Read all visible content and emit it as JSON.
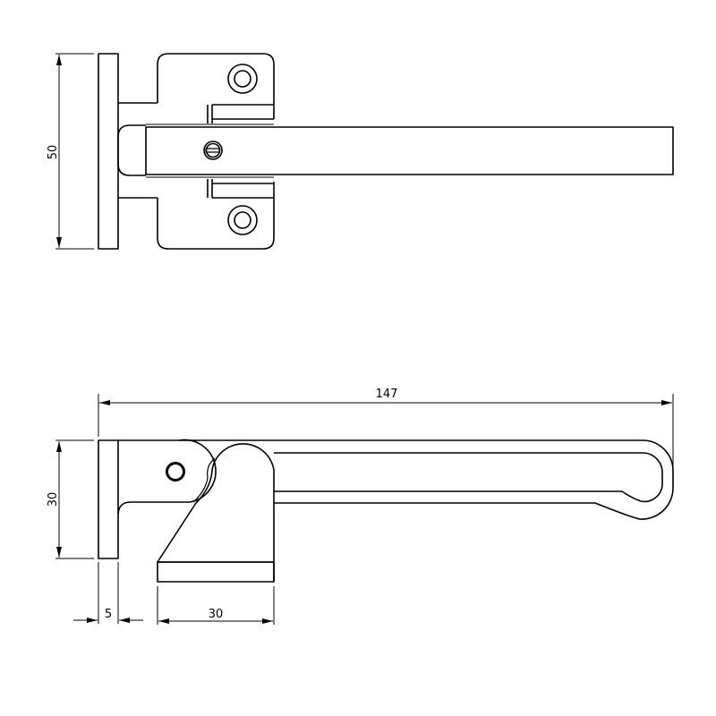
{
  "drawing": {
    "top_view": {
      "height_dim": "50"
    },
    "side_view": {
      "length_dim": "147",
      "height_dim": "30",
      "plate_thickness_dim": "5",
      "lever_width_dim": "30"
    }
  }
}
